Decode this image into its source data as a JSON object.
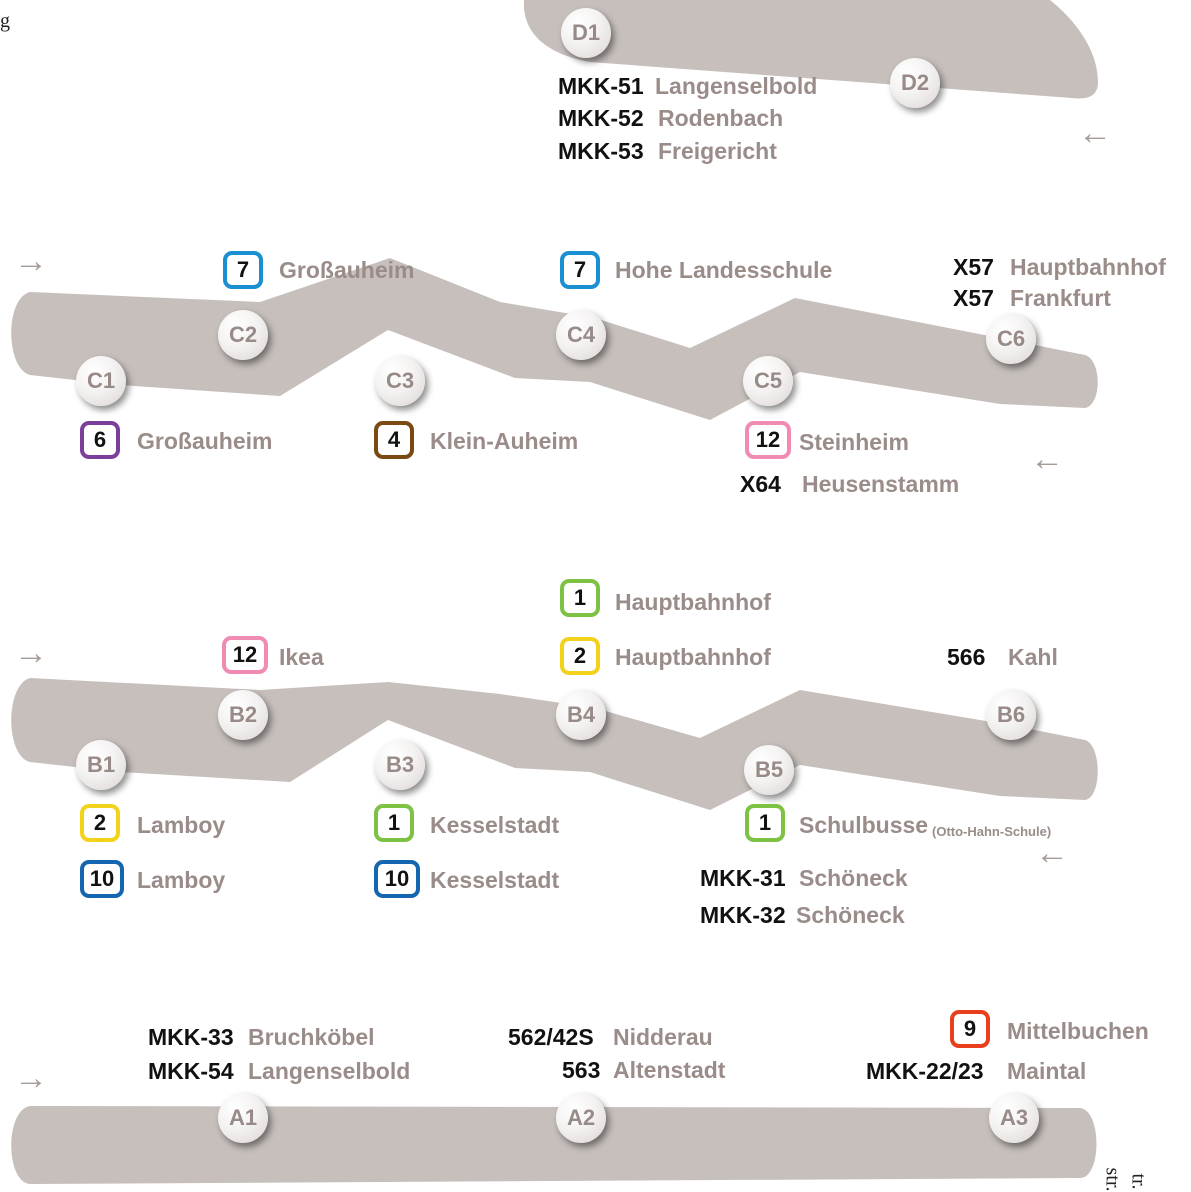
{
  "colors": {
    "road": "#c6bfbc",
    "stop_text": "#978a87",
    "dest_text": "#9a8c89",
    "code_text": "#111111",
    "arrow": "#a89c99"
  },
  "edge_text": {
    "top_left": "g",
    "bottom_right_1": "str.",
    "bottom_right_2": "tr."
  },
  "stops": {
    "D1": "D1",
    "D2": "D2",
    "C1": "C1",
    "C2": "C2",
    "C3": "C3",
    "C4": "C4",
    "C5": "C5",
    "C6": "C6",
    "B1": "B1",
    "B2": "B2",
    "B3": "B3",
    "B4": "B4",
    "B5": "B5",
    "B6": "B6",
    "A1": "A1",
    "A2": "A2",
    "A3": "A3"
  },
  "arrows": {
    "d_left": "←",
    "c_right": "→",
    "c_left": "←",
    "b_right": "→",
    "b_left": "←",
    "a_right": "→"
  },
  "routes": {
    "d1_1": {
      "code": "MKK-51",
      "dest": "Langenselbold"
    },
    "d1_2": {
      "code": "MKK-52",
      "dest": "Rodenbach"
    },
    "d1_3": {
      "code": "MKK-53",
      "dest": "Freigericht"
    },
    "c2_1": {
      "line": "7",
      "color": "#1a8fd1",
      "dest": "Großauheim"
    },
    "c4_1": {
      "line": "7",
      "color": "#1a8fd1",
      "dest": "Hohe Landesschule"
    },
    "c6_1": {
      "code": "X57",
      "dest": "Hauptbahnhof"
    },
    "c6_2": {
      "code": "X57",
      "dest": "Frankfurt"
    },
    "c1_1": {
      "line": "6",
      "color": "#7a3f9a",
      "dest": "Großauheim"
    },
    "c3_1": {
      "line": "4",
      "color": "#7a4a12",
      "dest": "Klein-Auheim"
    },
    "c5_1": {
      "line": "12",
      "color": "#f08cb4",
      "dest": "Steinheim"
    },
    "c5_2": {
      "code": "X64",
      "dest": "Heusenstamm"
    },
    "b4_1": {
      "line": "1",
      "color": "#7dc242",
      "dest": "Hauptbahnhof"
    },
    "b4_2": {
      "line": "2",
      "color": "#f2d21b",
      "dest": "Hauptbahnhof"
    },
    "b2_1": {
      "line": "12",
      "color": "#f08cb4",
      "dest": "Ikea"
    },
    "b6_1": {
      "code": "566",
      "dest": "Kahl"
    },
    "b1_1": {
      "line": "2",
      "color": "#f2d21b",
      "dest": "Lamboy"
    },
    "b1_2": {
      "line": "10",
      "color": "#1566b0",
      "dest": "Lamboy"
    },
    "b3_1": {
      "line": "1",
      "color": "#7dc242",
      "dest": "Kesselstadt"
    },
    "b3_2": {
      "line": "10",
      "color": "#1566b0",
      "dest": "Kesselstadt"
    },
    "b5_1": {
      "line": "1",
      "color": "#7dc242",
      "dest": "Schulbusse",
      "note": "(Otto-Hahn-Schule)"
    },
    "b5_2": {
      "code": "MKK-31",
      "dest": "Schöneck"
    },
    "b5_3": {
      "code": "MKK-32",
      "dest": "Schöneck"
    },
    "a1_1": {
      "code": "MKK-33",
      "dest": "Bruchköbel"
    },
    "a1_2": {
      "code": "MKK-54",
      "dest": "Langenselbold"
    },
    "a2_1": {
      "code": "562/42S",
      "dest": "Nidderau"
    },
    "a2_2": {
      "code": "563",
      "dest": "Altenstadt"
    },
    "a3_1": {
      "line": "9",
      "color": "#e8401c",
      "dest": "Mittelbuchen"
    },
    "a3_2": {
      "code": "MKK-22/23",
      "dest": "Maintal"
    }
  }
}
